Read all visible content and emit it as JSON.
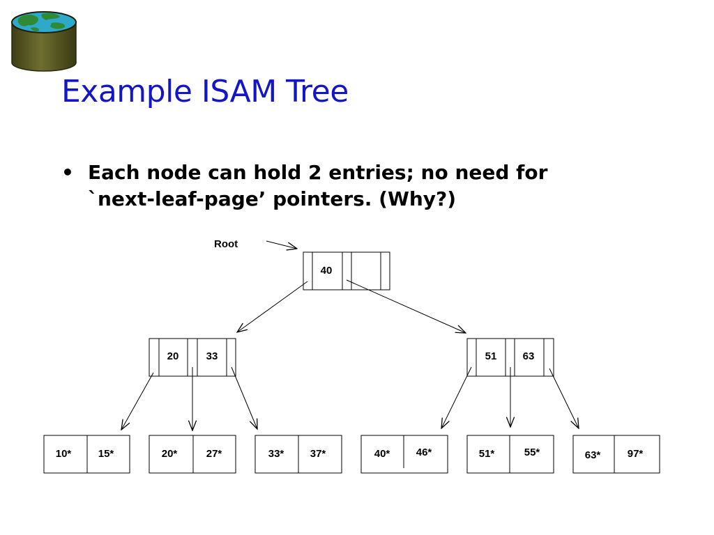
{
  "slide": {
    "title": "Example ISAM Tree",
    "bullet": {
      "marker": "•",
      "line1": "Each node can hold 2 entries; no need for",
      "line2": "`next-leaf-page’ pointers.  (Why?)"
    }
  },
  "logo": {
    "icon": "database-globe-icon",
    "colors": {
      "cylinder": "#5f5f27",
      "ocean": "#2fa9c9",
      "land": "#2e8a34"
    }
  },
  "tree": {
    "root_label": "Root",
    "root": {
      "keys": [
        "40"
      ]
    },
    "index": [
      {
        "keys": [
          "20",
          "33"
        ]
      },
      {
        "keys": [
          "51",
          "63"
        ]
      }
    ],
    "leaves": [
      {
        "entries": [
          "10*",
          "15*"
        ]
      },
      {
        "entries": [
          "20*",
          "27*"
        ]
      },
      {
        "entries": [
          "33*",
          "37*"
        ]
      },
      {
        "entries": [
          "40*",
          "46*"
        ]
      },
      {
        "entries": [
          "51*",
          "55*"
        ]
      },
      {
        "entries": [
          "63*",
          "97*"
        ]
      }
    ]
  }
}
